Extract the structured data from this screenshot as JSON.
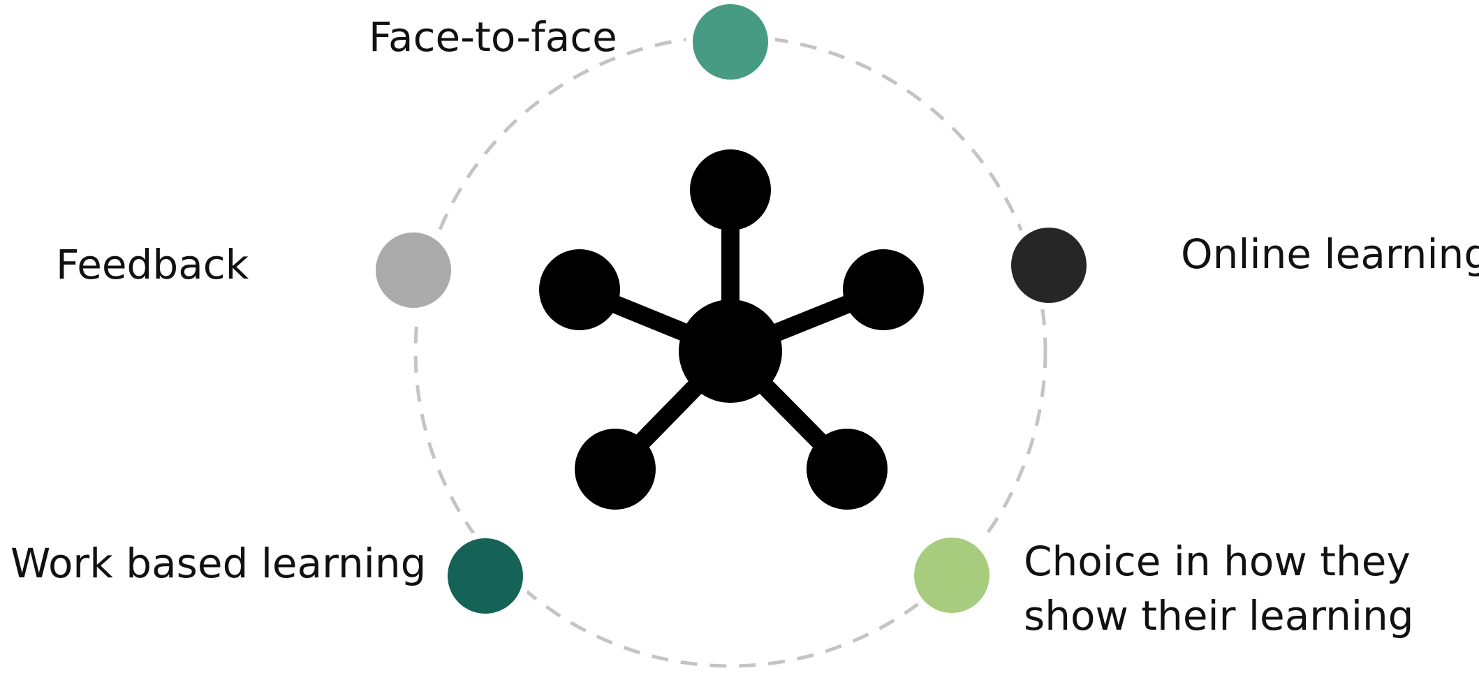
{
  "diagram": {
    "nodes": [
      {
        "id": "face-to-face",
        "label_lines": [
          "Face-to-face"
        ],
        "color": "#469B82"
      },
      {
        "id": "online-learning",
        "label_lines": [
          "Online learning"
        ],
        "color": "#262626"
      },
      {
        "id": "choice",
        "label_lines": [
          "Choice in how they",
          "show their learning"
        ],
        "color": "#A8CC7D"
      },
      {
        "id": "work-based-learning",
        "label_lines": [
          "Work based learning"
        ],
        "color": "#156256"
      },
      {
        "id": "feedback",
        "label_lines": [
          "Feedback"
        ],
        "color": "#ABABAB"
      }
    ],
    "ring_color": "#C4C4C4",
    "center_icon": "hub-network-icon",
    "center_color": "#000000"
  }
}
